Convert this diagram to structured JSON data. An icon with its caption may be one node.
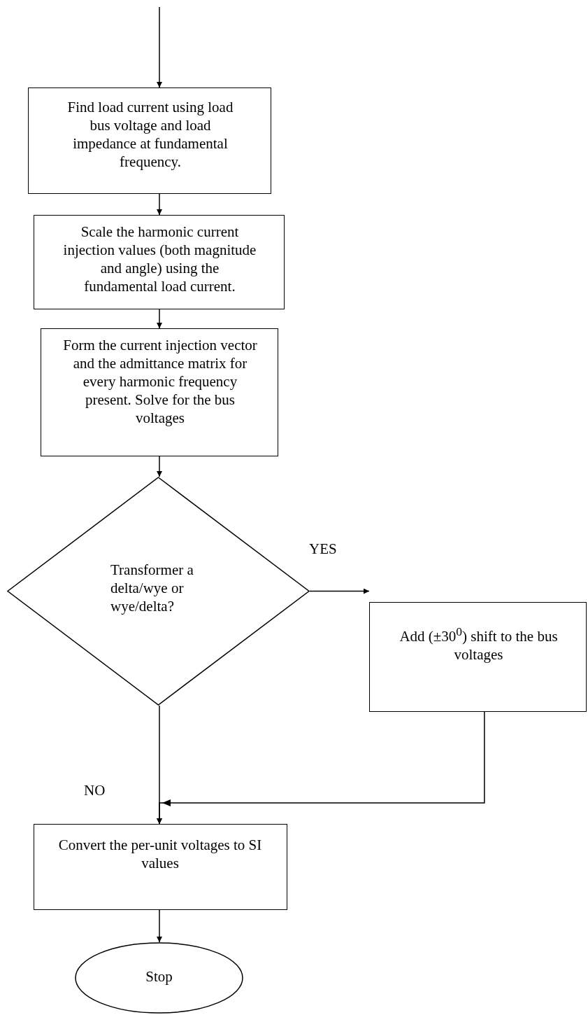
{
  "diagram": {
    "nodes": [
      {
        "text": [
          "Find load current using load bus voltage and load impedance at fundamental frequency."
        ]
      },
      {
        "text": [
          "Scale the harmonic current injection values (both magnitude and angle) using the fundamental load current."
        ]
      },
      {
        "text": [
          "Form the current injection vector and the admittance matrix for every harmonic frequency present. Solve for the bus voltages"
        ]
      },
      {
        "text": [
          "Transformer a delta/wye or wye/delta?"
        ]
      },
      {
        "text": [
          "Add (±30$^{0}$) shift to the bus voltages"
        ]
      },
      {
        "text": [
          "Convert the per-unit voltages to SI values"
        ]
      },
      {
        "text": [
          "Stop"
        ]
      }
    ],
    "edges": [
      {
        "from": null,
        "to": 0,
        "arrow": "to"
      },
      {
        "from": 0,
        "to": 1,
        "arrow": "to"
      },
      {
        "from": 1,
        "to": 2,
        "arrow": "to"
      },
      {
        "from": 2,
        "to": 3,
        "arrow": "to"
      },
      {
        "from": 3,
        "to": 4,
        "arrow": "to",
        "label": "YES"
      },
      {
        "from": 3,
        "to": 5,
        "arrow": "to",
        "label": "NO"
      },
      {
        "from": 4,
        "to": 5,
        "arrow": "to"
      },
      {
        "from": 5,
        "to": 6,
        "arrow": "to"
      }
    ]
  }
}
